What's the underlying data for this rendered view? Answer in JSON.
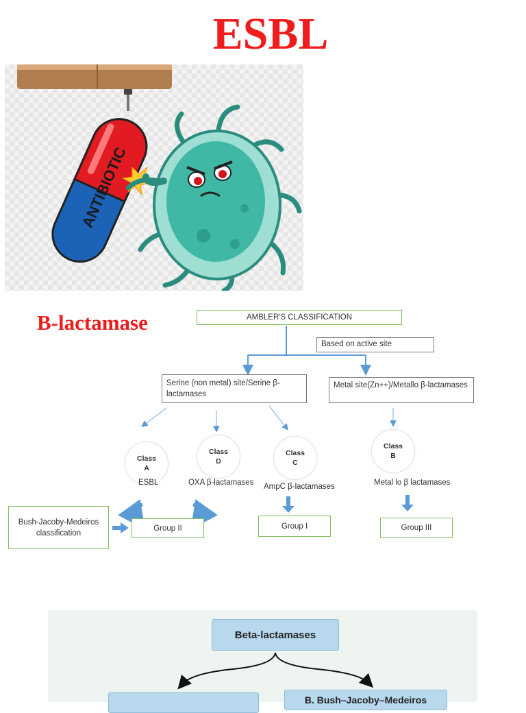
{
  "title": "ESBL",
  "illustration": {
    "capsule_text": "ANTIBIOTIC"
  },
  "beta_lactamase_heading": "B-lactamase",
  "classification": {
    "root": "AMBLER'S CLASSIFICATION",
    "based_on": "Based on active site",
    "serine": "Serine (non metal) site/Serine β-lactamases",
    "metal": "Metal site(Zn++)/Metallo β-lactamases",
    "classes": [
      {
        "line1": "Class",
        "line2": "A",
        "label": "ESBL"
      },
      {
        "line1": "Class",
        "line2": "D",
        "label": "OXA β-lactamases"
      },
      {
        "line1": "Class",
        "line2": "C",
        "label": "AmpC β-lactamases"
      },
      {
        "line1": "Class",
        "line2": "B",
        "label": "Metal lo β lactamases"
      }
    ],
    "bush": "Bush-Jacoby-Medeiros classification",
    "groups": [
      "Group II",
      "Group I",
      "Group III"
    ]
  },
  "bottom_chart": {
    "root": "Beta-lactamases",
    "right_child": "B. Bush–Jacoby–Medeiros"
  },
  "colors": {
    "title": "#ee1c1c",
    "box_border": "#7fbf5a",
    "arrow": "#5b9bd5"
  }
}
